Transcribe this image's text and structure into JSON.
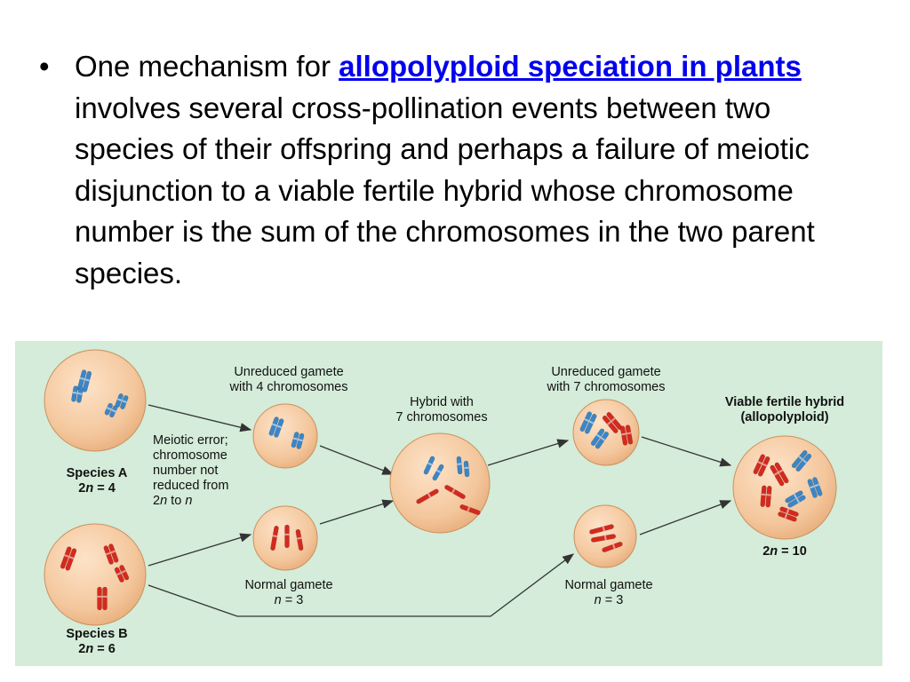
{
  "slide": {
    "text_before": "One mechanism for ",
    "link_text": "allopolyploid speciation in plants",
    "text_after": " involves several cross-pollination events between two species of their offspring and perhaps a failure of meiotic disjunction to a viable fertile hybrid whose chromosome number is the sum of the chromosomes in the two parent species."
  },
  "figure": {
    "species_a": {
      "name": "Species A",
      "count_prefix": "2",
      "count_var": "n",
      "count_suffix": " = 4"
    },
    "species_b": {
      "name": "Species B",
      "count_prefix": "2",
      "count_var": "n",
      "count_suffix": " = 6"
    },
    "meiotic_error": {
      "line1": "Meiotic error;",
      "line2": "chromosome",
      "line3": "number not",
      "line4": "reduced from",
      "line5_prefix": "2",
      "line5_var1": "n",
      "line5_mid": " to ",
      "line5_var2": "n"
    },
    "unreduced_gamete_1": {
      "line1": "Unreduced gamete",
      "line2": "with 4 chromosomes"
    },
    "normal_gamete_1": {
      "line1": "Normal gamete",
      "count_var": "n",
      "count_suffix": " = 3"
    },
    "hybrid": {
      "line1": "Hybrid with",
      "line2": "7 chromosomes"
    },
    "unreduced_gamete_2": {
      "line1": "Unreduced gamete",
      "line2": "with 7 chromosomes"
    },
    "normal_gamete_2": {
      "line1": "Normal gamete",
      "count_var": "n",
      "count_suffix": " = 3"
    },
    "viable_hybrid": {
      "line1": "Viable fertile hybrid",
      "line2": "(allopolyploid)",
      "count_prefix": "2",
      "count_var": "n",
      "count_suffix": " = 10"
    },
    "colors": {
      "background": "#d4ecd9",
      "cell_fill": "#f4c79d",
      "species_a_chrom": "#3a86c8",
      "species_b_chrom": "#d42a1e",
      "arrow": "#333333"
    }
  }
}
